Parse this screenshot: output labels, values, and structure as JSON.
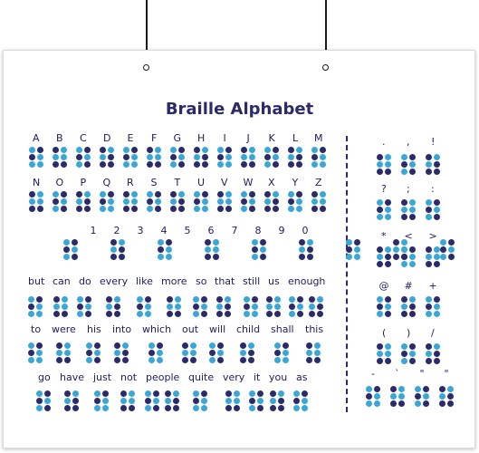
{
  "title": "Braille Alphabet",
  "colors": {
    "dark": "#2b2a6b",
    "light": "#3aa7d6",
    "label": "#1f2060"
  },
  "letters_row1": [
    "A",
    "B",
    "C",
    "D",
    "E",
    "F",
    "G",
    "H",
    "I",
    "J",
    "K",
    "L",
    "M"
  ],
  "letters_row2": [
    "N",
    "O",
    "P",
    "Q",
    "R",
    "S",
    "T",
    "U",
    "V",
    "W",
    "X",
    "Y",
    "Z"
  ],
  "numbers": [
    "1",
    "2",
    "3",
    "4",
    "5",
    "6",
    "7",
    "8",
    "9",
    "0"
  ],
  "words_row1": [
    "but",
    "can",
    "do",
    "every",
    "like",
    "more",
    "so",
    "that",
    "still",
    "us",
    "enough"
  ],
  "words_row2": [
    "to",
    "were",
    "his",
    "into",
    "which",
    "out",
    "will",
    "child",
    "shall",
    "this"
  ],
  "words_row3": [
    "go",
    "have",
    "just",
    "not",
    "people",
    "quite",
    "very",
    "it",
    "you",
    "as"
  ],
  "punct_row1": [
    ".",
    ",",
    "!"
  ],
  "punct_row2": [
    "?",
    ";",
    ":"
  ],
  "punct_row3": [
    "*",
    "<",
    ">"
  ],
  "punct_row4": [
    "@",
    "#",
    "+"
  ],
  "punct_row5": [
    "(",
    ")",
    "/"
  ],
  "punct_row6": [
    "-",
    "`",
    "\"",
    "\""
  ]
}
